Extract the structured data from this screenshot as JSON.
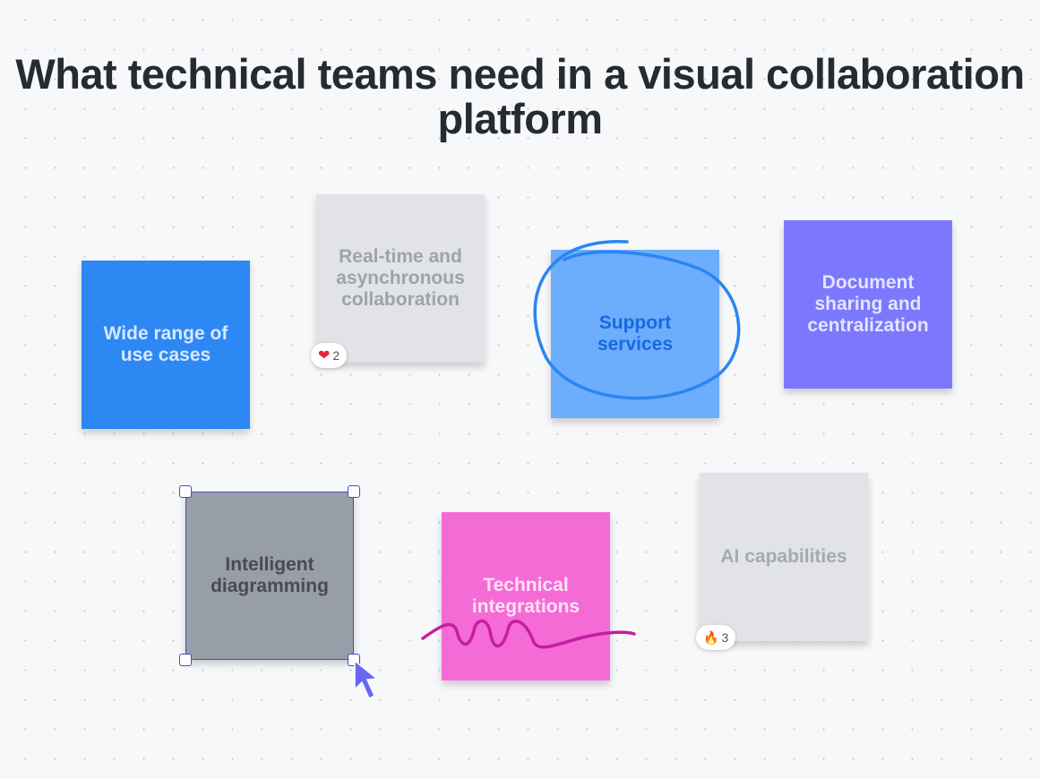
{
  "title": "What technical teams need in a visual collaboration platform",
  "notes": [
    {
      "text": "Wide range of use cases",
      "color": "#2d88f4"
    },
    {
      "text": "Real-time and asynchronous collaboration",
      "color": "#e1e3e7"
    },
    {
      "text": "Support services",
      "color": "#6cadfc"
    },
    {
      "text": "Document sharing and centralization",
      "color": "#7b78fd"
    },
    {
      "text": "Intelligent diagramming",
      "color": "#989ea8"
    },
    {
      "text": "Technical integrations",
      "color": "#f56bd6"
    },
    {
      "text": "AI capabilities",
      "color": "#e1e3e7"
    }
  ],
  "reactions": [
    {
      "icon": "heart-icon",
      "count": "2"
    },
    {
      "icon": "fire-icon",
      "count": "3"
    }
  ]
}
